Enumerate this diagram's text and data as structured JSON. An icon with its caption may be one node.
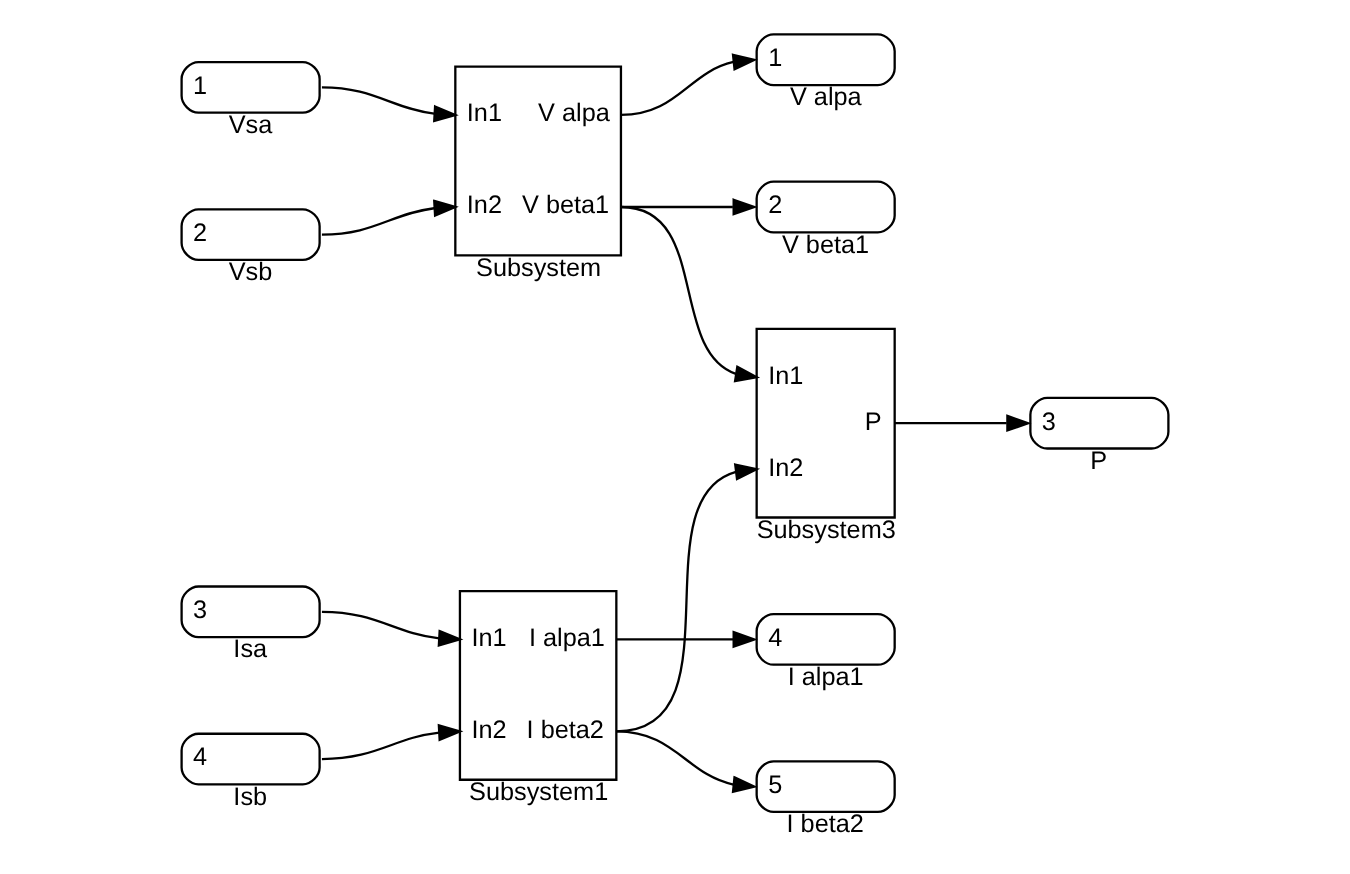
{
  "diagram": {
    "nodes": [
      {
        "text": [
          "1"
        ],
        "beside": [
          "Vsa"
        ]
      },
      {
        "text": [
          "2"
        ],
        "beside": [
          "Vsb"
        ]
      },
      {
        "text": [
          "In1",
          "V alpa",
          "In2",
          "V beta1"
        ],
        "beside": [
          "Subsystem"
        ]
      },
      {
        "text": [
          "1"
        ],
        "beside": [
          "V alpa"
        ]
      },
      {
        "text": [
          "2"
        ],
        "beside": [
          "V beta1"
        ]
      },
      {
        "text": [
          "3"
        ],
        "beside": [
          "Isa"
        ]
      },
      {
        "text": [
          "4"
        ],
        "beside": [
          "Isb"
        ]
      },
      {
        "text": [
          "In1",
          "I alpa1",
          "In2",
          "I beta2"
        ],
        "beside": [
          "Subsystem1"
        ]
      },
      {
        "text": [
          "4"
        ],
        "beside": [
          "I alpa1"
        ]
      },
      {
        "text": [
          "5"
        ],
        "beside": [
          "I beta2"
        ]
      },
      {
        "text": [
          "In1",
          "P",
          "In2"
        ],
        "beside": [
          "Subsystem3"
        ]
      },
      {
        "text": [
          "3"
        ],
        "beside": [
          "P"
        ]
      }
    ],
    "edges": [
      {
        "from": 0,
        "to": 2,
        "arrow": "to"
      },
      {
        "from": 1,
        "to": 2,
        "arrow": "to"
      },
      {
        "from": 2,
        "to": 3,
        "arrow": "to"
      },
      {
        "from": 2,
        "to": 4,
        "arrow": "to"
      },
      {
        "from": 2,
        "to": 10,
        "arrow": "to"
      },
      {
        "from": 5,
        "to": 7,
        "arrow": "to"
      },
      {
        "from": 6,
        "to": 7,
        "arrow": "to"
      },
      {
        "from": 7,
        "to": 8,
        "arrow": "to"
      },
      {
        "from": 7,
        "to": 9,
        "arrow": "to"
      },
      {
        "from": 7,
        "to": 10,
        "arrow": "to"
      },
      {
        "from": 10,
        "to": 11,
        "arrow": "to"
      }
    ]
  }
}
